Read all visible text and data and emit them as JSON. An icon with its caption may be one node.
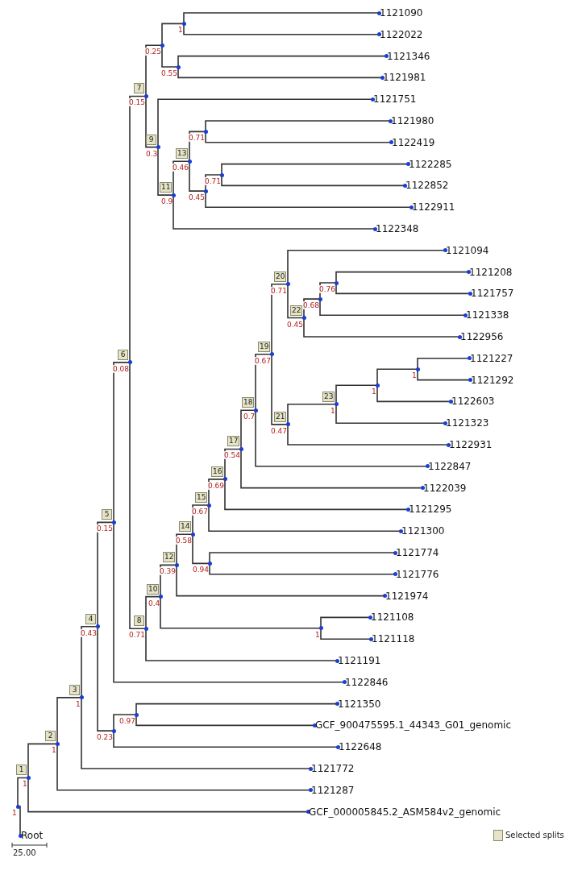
{
  "diagram": {
    "nodes": [
      {
        "text": [
          "Root"
        ]
      },
      {
        "text": [],
        "shape": "circle",
        "beside": [
          "1"
        ]
      },
      {
        "text": [
          "1"
        ],
        "beside": [
          "1"
        ]
      },
      {
        "text": [
          "2"
        ],
        "beside": [
          "1"
        ]
      },
      {
        "text": [
          "3"
        ],
        "beside": [
          "1"
        ]
      },
      {
        "text": [
          "4"
        ],
        "beside": [
          "0.43"
        ]
      },
      {
        "text": [
          "5"
        ],
        "beside": [
          "0.15"
        ]
      },
      {
        "text": [
          "6"
        ],
        "beside": [
          "0.08"
        ]
      },
      {
        "text": [
          "7"
        ],
        "beside": [
          "0.15"
        ]
      },
      {
        "text": [],
        "shape": "circle",
        "beside": [
          "0.25"
        ]
      },
      {
        "text": [],
        "shape": "circle",
        "beside": [
          "1"
        ]
      },
      {
        "text": [
          "1121090"
        ]
      },
      {
        "text": [
          "1122022"
        ]
      },
      {
        "text": [],
        "shape": "circle",
        "beside": [
          "0.55"
        ]
      },
      {
        "text": [
          "1121346"
        ]
      },
      {
        "text": [
          "1121981"
        ]
      },
      {
        "text": [
          "9"
        ],
        "beside": [
          "0.3"
        ]
      },
      {
        "text": [
          "1121751"
        ]
      },
      {
        "text": [
          "11"
        ],
        "beside": [
          "0.9"
        ]
      },
      {
        "text": [
          "13"
        ],
        "beside": [
          "0.46"
        ]
      },
      {
        "text": [],
        "shape": "circle",
        "beside": [
          "0.71"
        ]
      },
      {
        "text": [
          "1121980"
        ]
      },
      {
        "text": [
          "1122419"
        ]
      },
      {
        "text": [],
        "shape": "circle",
        "beside": [
          "0.45"
        ]
      },
      {
        "text": [],
        "shape": "circle",
        "beside": [
          "0.71"
        ]
      },
      {
        "text": [
          "1122285"
        ]
      },
      {
        "text": [
          "1122852"
        ]
      },
      {
        "text": [
          "1122911"
        ]
      },
      {
        "text": [
          "1122348"
        ]
      },
      {
        "text": [
          "8"
        ],
        "beside": [
          "0.71"
        ]
      },
      {
        "text": [
          "10"
        ],
        "beside": [
          "0.4"
        ]
      },
      {
        "text": [
          "12"
        ],
        "beside": [
          "0.39"
        ]
      },
      {
        "text": [
          "14"
        ],
        "beside": [
          "0.58"
        ]
      },
      {
        "text": [
          "15"
        ],
        "beside": [
          "0.67"
        ]
      },
      {
        "text": [
          "16"
        ],
        "beside": [
          "0.69"
        ]
      },
      {
        "text": [
          "17"
        ],
        "beside": [
          "0.54"
        ]
      },
      {
        "text": [
          "18"
        ],
        "beside": [
          "0.7"
        ]
      },
      {
        "text": [
          "19"
        ],
        "beside": [
          "0.67"
        ]
      },
      {
        "text": [
          "20"
        ],
        "beside": [
          "0.71"
        ]
      },
      {
        "text": [
          "1121094"
        ]
      },
      {
        "text": [
          "22"
        ],
        "beside": [
          "0.45"
        ]
      },
      {
        "text": [],
        "shape": "circle",
        "beside": [
          "0.68"
        ]
      },
      {
        "text": [],
        "shape": "circle",
        "beside": [
          "0.76"
        ]
      },
      {
        "text": [
          "1121208"
        ]
      },
      {
        "text": [
          "1121757"
        ]
      },
      {
        "text": [
          "1121338"
        ]
      },
      {
        "text": [
          "1122956"
        ]
      },
      {
        "text": [
          "21"
        ],
        "beside": [
          "0.47"
        ]
      },
      {
        "text": [
          "23"
        ],
        "beside": [
          "1"
        ]
      },
      {
        "text": [],
        "shape": "circle",
        "beside": [
          "1"
        ]
      },
      {
        "text": [],
        "shape": "circle",
        "beside": [
          "1"
        ]
      },
      {
        "text": [
          "1121227"
        ]
      },
      {
        "text": [
          "1121292"
        ]
      },
      {
        "text": [
          "1122603"
        ]
      },
      {
        "text": [
          "1121323"
        ]
      },
      {
        "text": [
          "1122931"
        ]
      },
      {
        "text": [
          "1122847"
        ]
      },
      {
        "text": [
          "1122039"
        ]
      },
      {
        "text": [
          "1121295"
        ]
      },
      {
        "text": [
          "1121300"
        ]
      },
      {
        "text": [],
        "shape": "circle",
        "beside": [
          "0.94"
        ]
      },
      {
        "text": [
          "1121774"
        ]
      },
      {
        "text": [
          "1121776"
        ]
      },
      {
        "text": [
          "1121974"
        ]
      },
      {
        "text": [],
        "shape": "circle",
        "beside": [
          "1"
        ]
      },
      {
        "text": [
          "1121108"
        ]
      },
      {
        "text": [
          "1121118"
        ]
      },
      {
        "text": [
          "1121191"
        ]
      },
      {
        "text": [
          "1122846"
        ]
      },
      {
        "text": [],
        "shape": "circle",
        "beside": [
          "0.23"
        ]
      },
      {
        "text": [],
        "shape": "circle",
        "beside": [
          "0.97"
        ]
      },
      {
        "text": [
          "1121350"
        ]
      },
      {
        "text": [
          "GCF_900475595.1_44343_G01_genomic"
        ]
      },
      {
        "text": [
          "1122648"
        ]
      },
      {
        "text": [
          "1121772"
        ]
      },
      {
        "text": [
          "1121287"
        ]
      },
      {
        "text": [
          "GCF_000005845.2_ASM584v2_genomic"
        ]
      }
    ],
    "edges": [
      {
        "from": 0,
        "to": 1,
        "arrow": "none"
      },
      {
        "from": 1,
        "to": 2,
        "arrow": "none"
      },
      {
        "from": 2,
        "to": 3,
        "arrow": "none"
      },
      {
        "from": 2,
        "to": 76,
        "arrow": "none"
      },
      {
        "from": 3,
        "to": 4,
        "arrow": "none"
      },
      {
        "from": 3,
        "to": 75,
        "arrow": "none"
      },
      {
        "from": 4,
        "to": 5,
        "arrow": "none"
      },
      {
        "from": 4,
        "to": 74,
        "arrow": "none"
      },
      {
        "from": 5,
        "to": 6,
        "arrow": "none"
      },
      {
        "from": 5,
        "to": 69,
        "arrow": "none"
      },
      {
        "from": 6,
        "to": 7,
        "arrow": "none"
      },
      {
        "from": 6,
        "to": 68,
        "arrow": "none"
      },
      {
        "from": 7,
        "to": 8,
        "arrow": "none"
      },
      {
        "from": 7,
        "to": 29,
        "arrow": "none"
      },
      {
        "from": 8,
        "to": 9,
        "arrow": "none"
      },
      {
        "from": 8,
        "to": 16,
        "arrow": "none"
      },
      {
        "from": 9,
        "to": 10,
        "arrow": "none"
      },
      {
        "from": 9,
        "to": 13,
        "arrow": "none"
      },
      {
        "from": 10,
        "to": 11,
        "arrow": "none"
      },
      {
        "from": 10,
        "to": 12,
        "arrow": "none"
      },
      {
        "from": 13,
        "to": 14,
        "arrow": "none"
      },
      {
        "from": 13,
        "to": 15,
        "arrow": "none"
      },
      {
        "from": 16,
        "to": 17,
        "arrow": "none"
      },
      {
        "from": 16,
        "to": 18,
        "arrow": "none"
      },
      {
        "from": 18,
        "to": 19,
        "arrow": "none"
      },
      {
        "from": 18,
        "to": 28,
        "arrow": "none"
      },
      {
        "from": 19,
        "to": 20,
        "arrow": "none"
      },
      {
        "from": 19,
        "to": 23,
        "arrow": "none"
      },
      {
        "from": 20,
        "to": 21,
        "arrow": "none"
      },
      {
        "from": 20,
        "to": 22,
        "arrow": "none"
      },
      {
        "from": 23,
        "to": 24,
        "arrow": "none"
      },
      {
        "from": 23,
        "to": 27,
        "arrow": "none"
      },
      {
        "from": 24,
        "to": 25,
        "arrow": "none"
      },
      {
        "from": 24,
        "to": 26,
        "arrow": "none"
      },
      {
        "from": 29,
        "to": 30,
        "arrow": "none"
      },
      {
        "from": 29,
        "to": 67,
        "arrow": "none"
      },
      {
        "from": 30,
        "to": 31,
        "arrow": "none"
      },
      {
        "from": 30,
        "to": 64,
        "arrow": "none"
      },
      {
        "from": 31,
        "to": 32,
        "arrow": "none"
      },
      {
        "from": 31,
        "to": 63,
        "arrow": "none"
      },
      {
        "from": 32,
        "to": 33,
        "arrow": "none"
      },
      {
        "from": 32,
        "to": 60,
        "arrow": "none"
      },
      {
        "from": 33,
        "to": 34,
        "arrow": "none"
      },
      {
        "from": 33,
        "to": 59,
        "arrow": "none"
      },
      {
        "from": 34,
        "to": 35,
        "arrow": "none"
      },
      {
        "from": 34,
        "to": 58,
        "arrow": "none"
      },
      {
        "from": 35,
        "to": 36,
        "arrow": "none"
      },
      {
        "from": 35,
        "to": 57,
        "arrow": "none"
      },
      {
        "from": 36,
        "to": 37,
        "arrow": "none"
      },
      {
        "from": 36,
        "to": 56,
        "arrow": "none"
      },
      {
        "from": 37,
        "to": 38,
        "arrow": "none"
      },
      {
        "from": 37,
        "to": 47,
        "arrow": "none"
      },
      {
        "from": 38,
        "to": 39,
        "arrow": "none"
      },
      {
        "from": 38,
        "to": 40,
        "arrow": "none"
      },
      {
        "from": 40,
        "to": 41,
        "arrow": "none"
      },
      {
        "from": 40,
        "to": 46,
        "arrow": "none"
      },
      {
        "from": 41,
        "to": 42,
        "arrow": "none"
      },
      {
        "from": 41,
        "to": 45,
        "arrow": "none"
      },
      {
        "from": 42,
        "to": 43,
        "arrow": "none"
      },
      {
        "from": 42,
        "to": 44,
        "arrow": "none"
      },
      {
        "from": 47,
        "to": 48,
        "arrow": "none"
      },
      {
        "from": 47,
        "to": 55,
        "arrow": "none"
      },
      {
        "from": 48,
        "to": 49,
        "arrow": "none"
      },
      {
        "from": 48,
        "to": 54,
        "arrow": "none"
      },
      {
        "from": 49,
        "to": 50,
        "arrow": "none"
      },
      {
        "from": 49,
        "to": 53,
        "arrow": "none"
      },
      {
        "from": 50,
        "to": 51,
        "arrow": "none"
      },
      {
        "from": 50,
        "to": 52,
        "arrow": "none"
      },
      {
        "from": 60,
        "to": 61,
        "arrow": "none"
      },
      {
        "from": 60,
        "to": 62,
        "arrow": "none"
      },
      {
        "from": 64,
        "to": 65,
        "arrow": "none"
      },
      {
        "from": 64,
        "to": 66,
        "arrow": "none"
      },
      {
        "from": 69,
        "to": 70,
        "arrow": "none"
      },
      {
        "from": 69,
        "to": 73,
        "arrow": "none"
      },
      {
        "from": 70,
        "to": 71,
        "arrow": "none"
      },
      {
        "from": 70,
        "to": 72,
        "arrow": "none"
      }
    ],
    "labels": [
      "25.00"
    ],
    "legend": [
      {
        "text": "Selected splits"
      }
    ]
  }
}
